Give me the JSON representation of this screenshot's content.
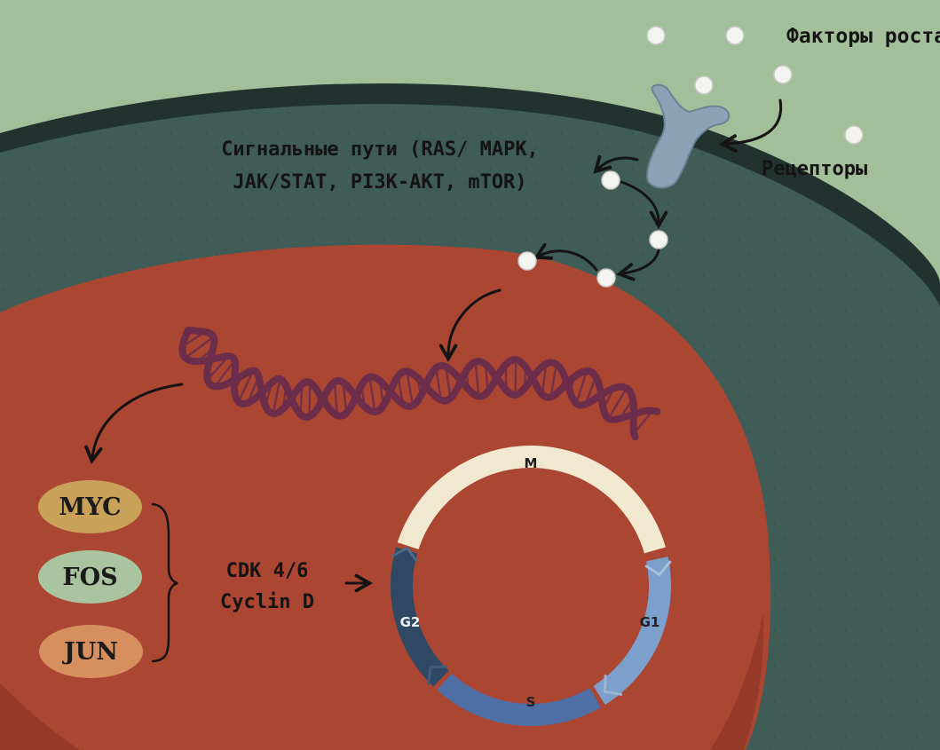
{
  "labels": {
    "growth_factors": "Факторы роста",
    "receptors": "Рецепторы",
    "pathways": "Сигнальные пути (RAS/ MAPK, JAK/STAT, PI3K-AKT, mTOR)",
    "cdk_line1": "CDK 4/6",
    "cdk_line2": "Cyclin D"
  },
  "genes": [
    {
      "name": "MYC",
      "color": "#caa159"
    },
    {
      "name": "FOS",
      "color": "#a9c49e"
    },
    {
      "name": "JUN",
      "color": "#d88f5f"
    }
  ],
  "cell_cycle": {
    "phases": [
      {
        "name": "M",
        "color": "#f1e8d0"
      },
      {
        "name": "G1",
        "color": "#7d9fcb"
      },
      {
        "name": "S",
        "color": "#4e6fa6"
      },
      {
        "name": "G2",
        "color": "#2f4863"
      }
    ]
  },
  "colors": {
    "background": "#a3bf9a",
    "cytoplasm": "#3f5c57",
    "membrane": "#22322f",
    "nucleus": "#ab4632",
    "dna": "#6b2d49",
    "receptor": "#8da2b6",
    "molecule": "#f3f3f0"
  }
}
